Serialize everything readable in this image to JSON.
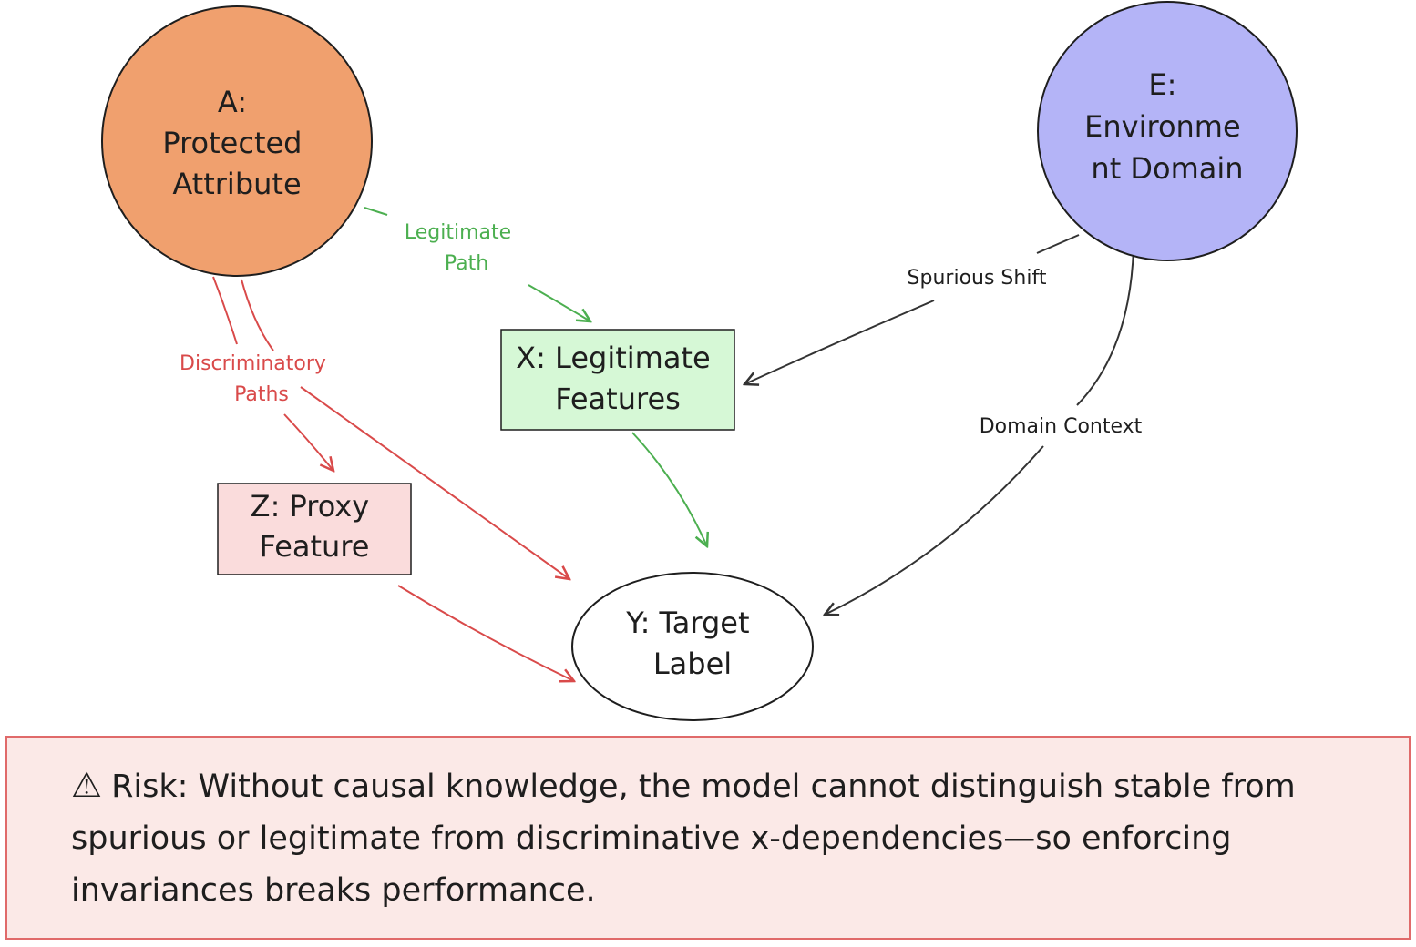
{
  "nodes": {
    "A": {
      "lines": [
        "A:",
        "Protected",
        "Attribute"
      ],
      "fill": "#f0a06e"
    },
    "E": {
      "lines": [
        "E:",
        "Environme",
        "nt Domain"
      ],
      "fill": "#b4b4f7"
    },
    "X": {
      "lines": [
        "X: Legitimate",
        "Features"
      ],
      "fill": "#d6f8d6"
    },
    "Z": {
      "lines": [
        "Z: Proxy",
        "Feature"
      ],
      "fill": "#fadcdc"
    },
    "Y": {
      "lines": [
        "Y: Target",
        "Label"
      ],
      "fill": "#ffffff"
    }
  },
  "edges": {
    "legitimate_path": {
      "lines": [
        "Legitimate",
        "Path"
      ],
      "color": "#4caf50"
    },
    "discriminatory_paths": {
      "lines": [
        "Discriminatory",
        "Paths"
      ],
      "color": "#d94a4a"
    },
    "spurious_shift": {
      "lines": [
        "Spurious Shift"
      ],
      "color": "#333333"
    },
    "domain_context": {
      "lines": [
        "Domain Context"
      ],
      "color": "#333333"
    }
  },
  "risk": {
    "icon": "warning-icon",
    "text": "Risk: Without causal knowledge, the model cannot distinguish stable from spurious  or legitimate from discriminative x-dependencies—so enforcing invariances breaks performance."
  }
}
